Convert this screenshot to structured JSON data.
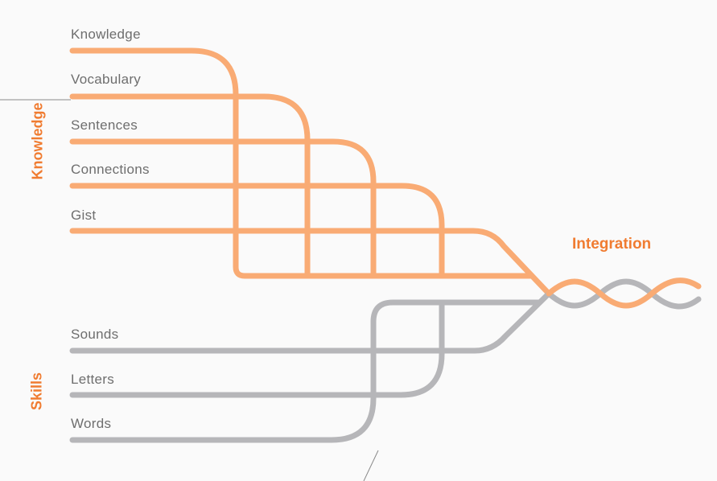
{
  "groups": {
    "knowledge_label": "Knowledge",
    "skills_label": "Skills"
  },
  "integration_label": "Integration",
  "knowledge_strands": [
    "Knowledge",
    "Vocabulary",
    "Sentences",
    "Connections",
    "Gist"
  ],
  "skills_strands": [
    "Sounds",
    "Letters",
    "Words"
  ],
  "colors": {
    "knowledge": "#f9ab74",
    "skills": "#b6b6b9",
    "accent_text": "#f07c31",
    "label_text": "#6e6e6e",
    "background": "#fafafa"
  }
}
